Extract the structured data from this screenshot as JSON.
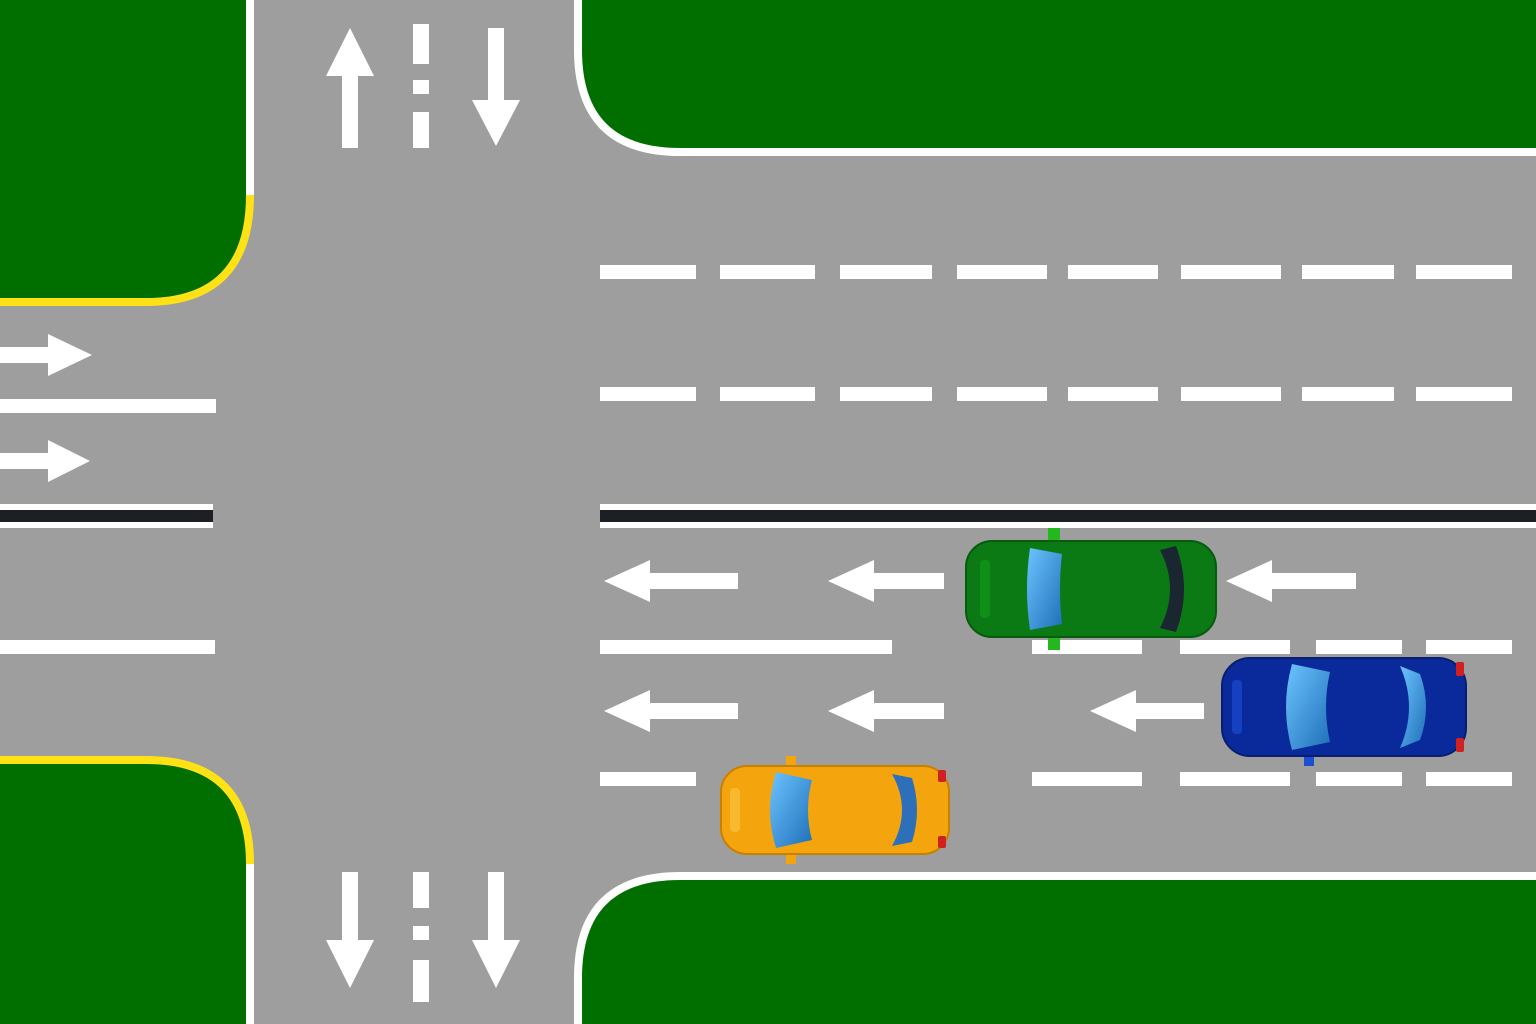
{
  "colors": {
    "asphalt": "#9e9e9e",
    "grass": "#006f00",
    "curb_white": "#ffffff",
    "curb_yellow": "#ffe216",
    "lane_marking": "#ffffff",
    "center_line": "#1c1f24",
    "car_green": "#0b7a14",
    "car_blue": "#0a2a9c",
    "car_yellow": "#f4a50e",
    "glass": "#3a8fd6"
  },
  "icons": [
    "arrow-up-icon",
    "arrow-down-icon",
    "arrow-left-icon",
    "arrow-right-icon"
  ],
  "vehicles": [
    {
      "name": "green-car",
      "color": "car_green",
      "heading": "left"
    },
    {
      "name": "blue-car",
      "color": "car_blue",
      "heading": "left"
    },
    {
      "name": "yellow-car",
      "color": "car_yellow",
      "heading": "left"
    }
  ]
}
